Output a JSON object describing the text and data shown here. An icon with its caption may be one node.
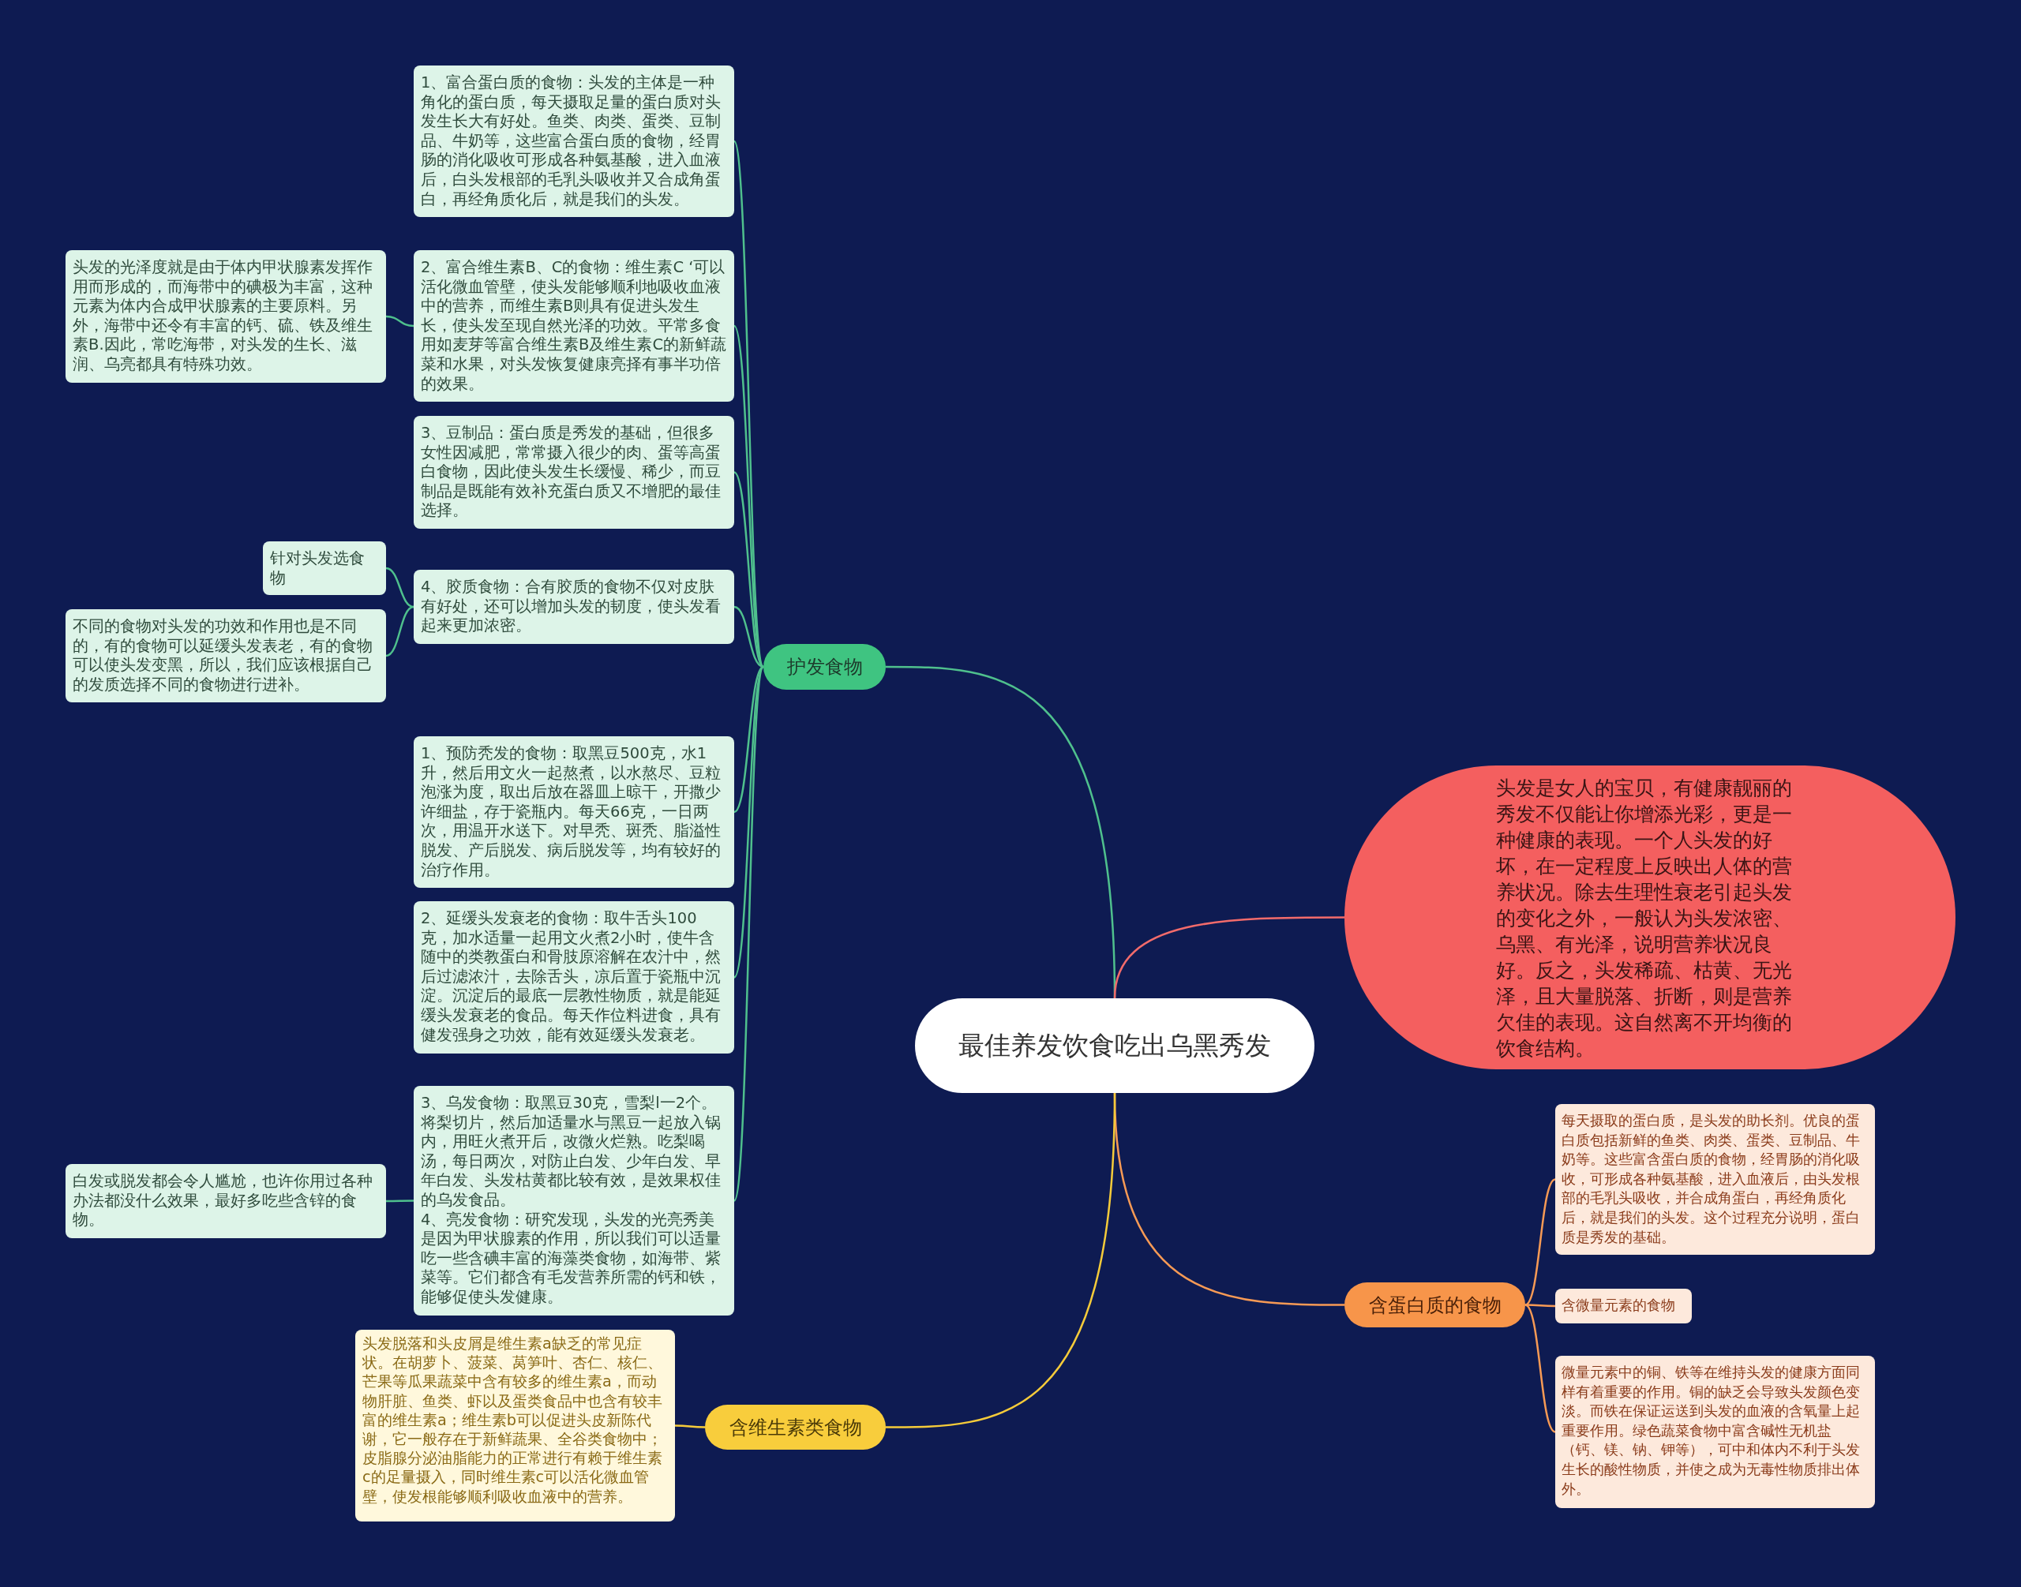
{
  "diagram": {
    "nodes": [
      {
        "text": [
          "最佳养发饮食吃出乌黑秀发"
        ]
      },
      {
        "text": [
          "护发食物"
        ]
      },
      {
        "text": [
          "1、富合蛋白质的食物：头发的主体是一种角化的蛋白质，每天摄取足量的蛋白质对头发生长大有好处。鱼类、肉类、蛋类、豆制品、牛奶等，这些富合蛋白质的食物，经胃肠的消化吸收可形成各种氨基酸，进入血液后，白头发根部的毛乳头吸收并又合成角蛋白，再经角质化后，就是我们的头发。"
        ]
      },
      {
        "text": [
          "2、富合维生素B、C的食物：维生素C ‘可以活化微血管壁，使头发能够顺利地吸收血液中的营养，而维生素B则具有促进头发生长，使头发至现自然光泽的功效。平常多食用如麦芽等富合维生素B及维生素C的新鲜蔬菜和水果，对头发恢复健康亮择有事半功倍的效果。"
        ]
      },
      {
        "text": [
          "头发的光泽度就是由于体内甲状腺素发挥作用而形成的，而海带中的碘极为丰富，这种元素为体内合成甲状腺素的主要原料。另外，海带中还令有丰富的钙、硫、铁及维生素B.因此，常吃海带，对头发的生长、滋润、乌亮都具有特殊功效。"
        ]
      },
      {
        "text": [
          "3、豆制品：蛋白质是秀发的基础，但很多女性因减肥，常常摄入很少的肉、蛋等高蛋白食物，因此使头发生长缓慢、稀少，而豆制品是既能有效补充蛋白质又不增肥的最佳选择。"
        ]
      },
      {
        "text": [
          "4、胶质食物：合有胶质的食物不仅对皮肤有好处，还可以增加头发的韧度，使头发看起来更加浓密。"
        ]
      },
      {
        "text": [
          "针对头发选食物"
        ]
      },
      {
        "text": [
          "不同的食物对头发的功效和作用也是不同的，有的食物可以延缓头发表老，有的食物可以使头发变黑，所以，我们应该根据自己的发质选择不同的食物进行进补。"
        ]
      },
      {
        "text": [
          "1、预防秃发的食物：取黑豆500克，水1升，然后用文火一起熬煮，以水熬尽、豆粒泡涨为度，取出后放在器皿上晾干，开撒少许细盐，存于瓷瓶内。每天66克，一日两次，用温开水送下。对早秃、斑秃、脂溢性脱发、产后脱发、病后脱发等，均有较好的治疗作用。"
        ]
      },
      {
        "text": [
          "2、延缓头发衰老的食物：取牛舌头100克，加水适量一起用文火煮2小时，使牛含随中的类教蛋白和骨肢原溶解在农汁中，然后过滤浓汁，去除舌头，凉后置于瓷瓶中沉淀。沉淀后的最底一层教性物质，就是能延缓头发衰老的食品。每天作位料进食，具有健发强身之功效，能有效延缓头发衰老。"
        ]
      },
      {
        "text": [
          "3、乌发食物：取黑豆30克，雪梨l一2个。将梨切片，然后加适量水与黑豆一起放入锅内，用旺火煮开后，改微火烂熟。吃梨喝汤，每日两次，对防止白发、少年白发、早年白发、头发枯黄都比较有效，是效果权佳的乌发食品。",
          "4、亮发食物：研究发现，头发的光亮秀美是因为甲状腺素的作用，所以我们可以适量吃一些含碘丰富的海藻类食物，如海带、紫菜等。它们都含有毛发营养所需的钙和铁，能够促使头发健康。"
        ]
      },
      {
        "text": [
          "白发或脱发都会令人尴尬，也许你用过各种办法都没什么效果，最好多吃些含锌的食物。"
        ]
      },
      {
        "text": [
          "头发是女人的宝贝，有健康靓丽的秀发不仅能让你增添光彩，更是一种健康的表现。一个人头发的好坏，在一定程度上反映出人体的营养状况。除去生理性衰老引起头发的变化之外，一般认为头发浓密、乌黑、有光泽，说明营养状况良好。反之，头发稀疏、枯黄、无光泽，且大量脱落、折断，则是营养欠佳的表现。这自然离不开均衡的饮食结构。"
        ]
      },
      {
        "text": [
          "含蛋白质的食物"
        ]
      },
      {
        "text": [
          "每天摄取的蛋白质，是头发的助长剂。优良的蛋白质包括新鲜的鱼类、肉类、蛋类、豆制品、牛奶等。这些富含蛋白质的食物，经胃肠的消化吸收，可形成各种氨基酸，进入血液后，由头发根部的毛乳头吸收，并合成角蛋白，再经角质化后，就是我们的头发。这个过程充分说明，蛋白质是秀发的基础。"
        ]
      },
      {
        "text": [
          "含微量元素的食物"
        ]
      },
      {
        "text": [
          "微量元素中的铜、铁等在维持头发的健康方面同样有着重要的作用。铜的缺乏会导致头发颜色变淡。而铁在保证运送到头发的血液的含氧量上起重要作用。绿色蔬菜食物中富含碱性无机盐（钙、镁、钠、钾等），可中和体内不利于头发生长的酸性物质，并使之成为无毒性物质排出体外。"
        ]
      },
      {
        "text": [
          "含维生素类食物"
        ]
      },
      {
        "text": [
          "头发脱落和头皮屑是维生素a缺乏的常见症状。在胡萝卜、菠菜、莴笋叶、杏仁、核仁、芒果等瓜果蔬菜中含有较多的维生素a，而动物肝脏、鱼类、虾以及蛋类食品中也含有较丰富的维生素a；维生素b可以促进头皮新陈代谢，它一般存在于新鲜蔬果、全谷类食物中；皮脂腺分泌油脂能力的正常进行有赖于维生素c的足量摄入，同时维生素c可以活化微血管壁，使发根能够顺利吸收血液中的营养。"
        ]
      }
    ],
    "edges": [
      {
        "from": 0,
        "to": 1,
        "arrow": "none"
      },
      {
        "from": 1,
        "to": 2,
        "arrow": "none"
      },
      {
        "from": 1,
        "to": 3,
        "arrow": "none"
      },
      {
        "from": 3,
        "to": 4,
        "arrow": "none"
      },
      {
        "from": 1,
        "to": 5,
        "arrow": "none"
      },
      {
        "from": 1,
        "to": 6,
        "arrow": "none"
      },
      {
        "from": 6,
        "to": 7,
        "arrow": "none"
      },
      {
        "from": 6,
        "to": 8,
        "arrow": "none"
      },
      {
        "from": 1,
        "to": 9,
        "arrow": "none"
      },
      {
        "from": 1,
        "to": 10,
        "arrow": "none"
      },
      {
        "from": 1,
        "to": 11,
        "arrow": "none"
      },
      {
        "from": 11,
        "to": 12,
        "arrow": "none"
      },
      {
        "from": 0,
        "to": 13,
        "arrow": "none",
        "color": "#f26b6b"
      },
      {
        "from": 0,
        "to": 14,
        "arrow": "none",
        "color": "#f79a55"
      },
      {
        "from": 14,
        "to": 15,
        "arrow": "none",
        "color": "#f79a55"
      },
      {
        "from": 14,
        "to": 16,
        "arrow": "none",
        "color": "#f79a55"
      },
      {
        "from": 14,
        "to": 17,
        "arrow": "none",
        "color": "#f79a55"
      },
      {
        "from": 0,
        "to": 18,
        "arrow": "none",
        "color": "#f5cb3a"
      },
      {
        "from": 18,
        "to": 19,
        "arrow": "none",
        "color": "#f5cb3a"
      }
    ]
  }
}
